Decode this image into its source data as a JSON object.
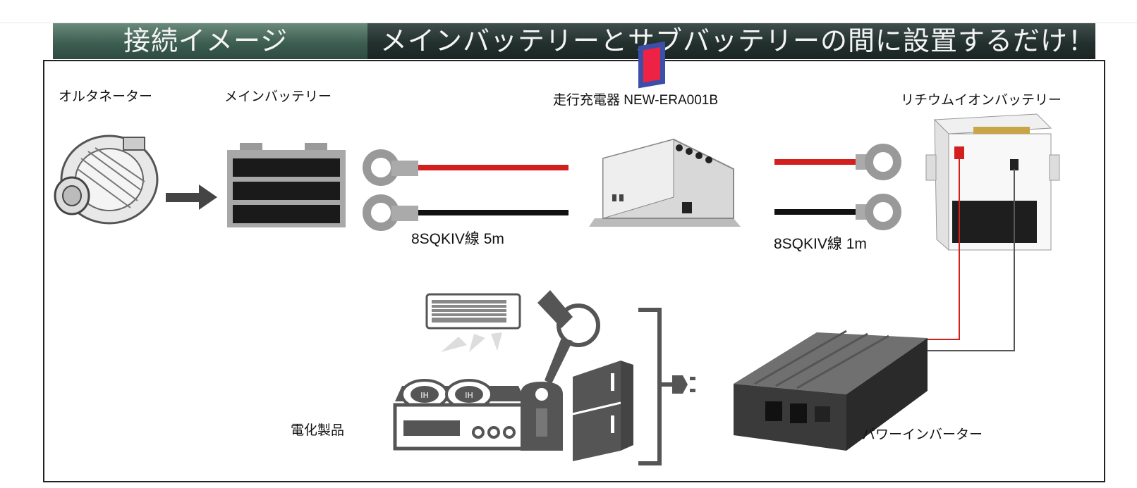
{
  "header": {
    "left_title": "接続イメージ",
    "right_title": "メインバッテリーとサブバッテリーの間に設置するだけ！"
  },
  "labels": {
    "alternator": "オルタネーター",
    "main_battery": "メインバッテリー",
    "charger": "走行充電器  NEW-ERA001B",
    "lithium_battery": "リチウムイオンバッテリー",
    "cable_5m": "8SQKIV線  5m",
    "cable_1m": "8SQKIV線  1m",
    "appliances": "電化製品",
    "inverter": "パワーインバーター"
  },
  "icon_text": {
    "cooktop_left": "IH",
    "cooktop_right": "IH"
  },
  "colors": {
    "red_wire": "#d41f1f",
    "black_wire": "#111111",
    "appliance_gray": "#555555"
  }
}
